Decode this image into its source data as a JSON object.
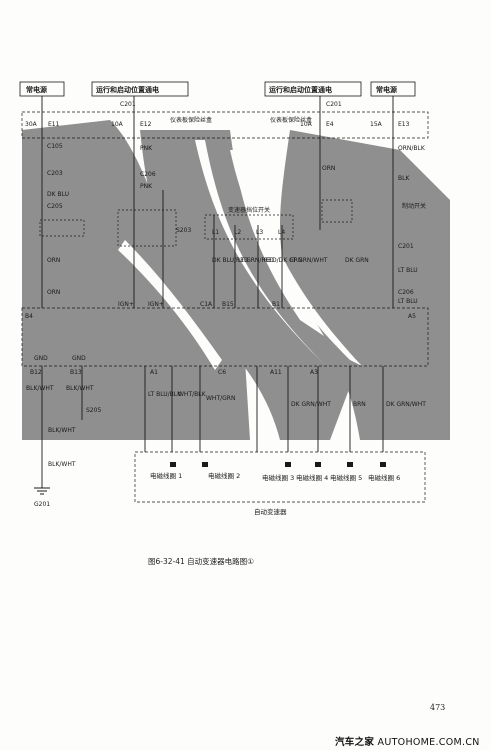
{
  "labels": {
    "top_left": "常电源",
    "top_mid_left": "运行和启动位置通电",
    "top_mid_right": "运行和启动位置通电",
    "top_right": "常电源",
    "fuse_box": "仪表板保险丝盒",
    "c201": "C201",
    "e11": "E11",
    "fuse_10a_a": "10A",
    "fuse_10a_b": "10A",
    "fuse_30a": "30A",
    "fuse_15a": "15A",
    "e12": "E12",
    "e4": "E4",
    "e13": "E13",
    "c105": "C105",
    "c205": "C205",
    "c206": "C206",
    "c203": "C203",
    "pnk": "PNK",
    "pnk2": "PNK",
    "orn": "ORN",
    "orn2": "ORN",
    "orn3": "ORN",
    "blk": "BLK",
    "orn_blk": "ORN/BLK",
    "lt_blu": "LT BLU",
    "dk_grn": "DK GRN",
    "dk_blu": "DK BLU",
    "brake_switch": "制动开关",
    "range_switch": "变速器挡位开关",
    "s205": "S205",
    "s203": "S203",
    "l1": "L1",
    "l2": "L2",
    "l3": "L3",
    "l4": "L4",
    "dk_blu_red": "DK BLU/RED",
    "lt_grn_red": "LT GRN/RED",
    "red_dk_grn": "RED/DK GRN",
    "lt_grn_wht": "LT GRN/WHT",
    "ign": "IGN+",
    "ign2": "IGN+",
    "c1a": "C1A",
    "b15": "B15",
    "b1": "B1",
    "b4": "B4",
    "a5": "A5",
    "gnd1": "GND",
    "gnd2": "GND",
    "b12": "B12",
    "b13": "B13",
    "blk_wht": "BLK/WHT",
    "blk_wht2": "BLK/WHT",
    "blk_wht3": "BLK/WHT",
    "blk_wht4": "BLK/WHT",
    "a1": "A1",
    "c6": "C6",
    "a11": "A11",
    "a3": "A3",
    "lt_blu_blk": "LT BLU/BLK",
    "wht_blk": "WHT/BLK",
    "wht_grn": "WHT/GRN",
    "dk_grn_wht": "DK GRN/WHT",
    "brn": "BRN",
    "dk_grn_wht2": "DK GRN/WHT",
    "s205b": "S205",
    "g201": "G201",
    "sol1": "电磁线圈 1",
    "sol2": "电磁线圈 2",
    "sol3": "电磁线圈 3",
    "sol4": "电磁线圈 4",
    "sol5": "电磁线圈 5",
    "sol6": "电磁线圈 6",
    "auto_trans": "自动变速器"
  },
  "caption": "图6-32-41 自动变速器电路图①",
  "page_number": "473",
  "watermark_cn": "汽车之家",
  "watermark_en": "AUTOHOME.COM.CN",
  "colors": {
    "wedge": "#8f8f8f",
    "ink": "#1a1a1a",
    "paper": "#fdfdfb"
  }
}
